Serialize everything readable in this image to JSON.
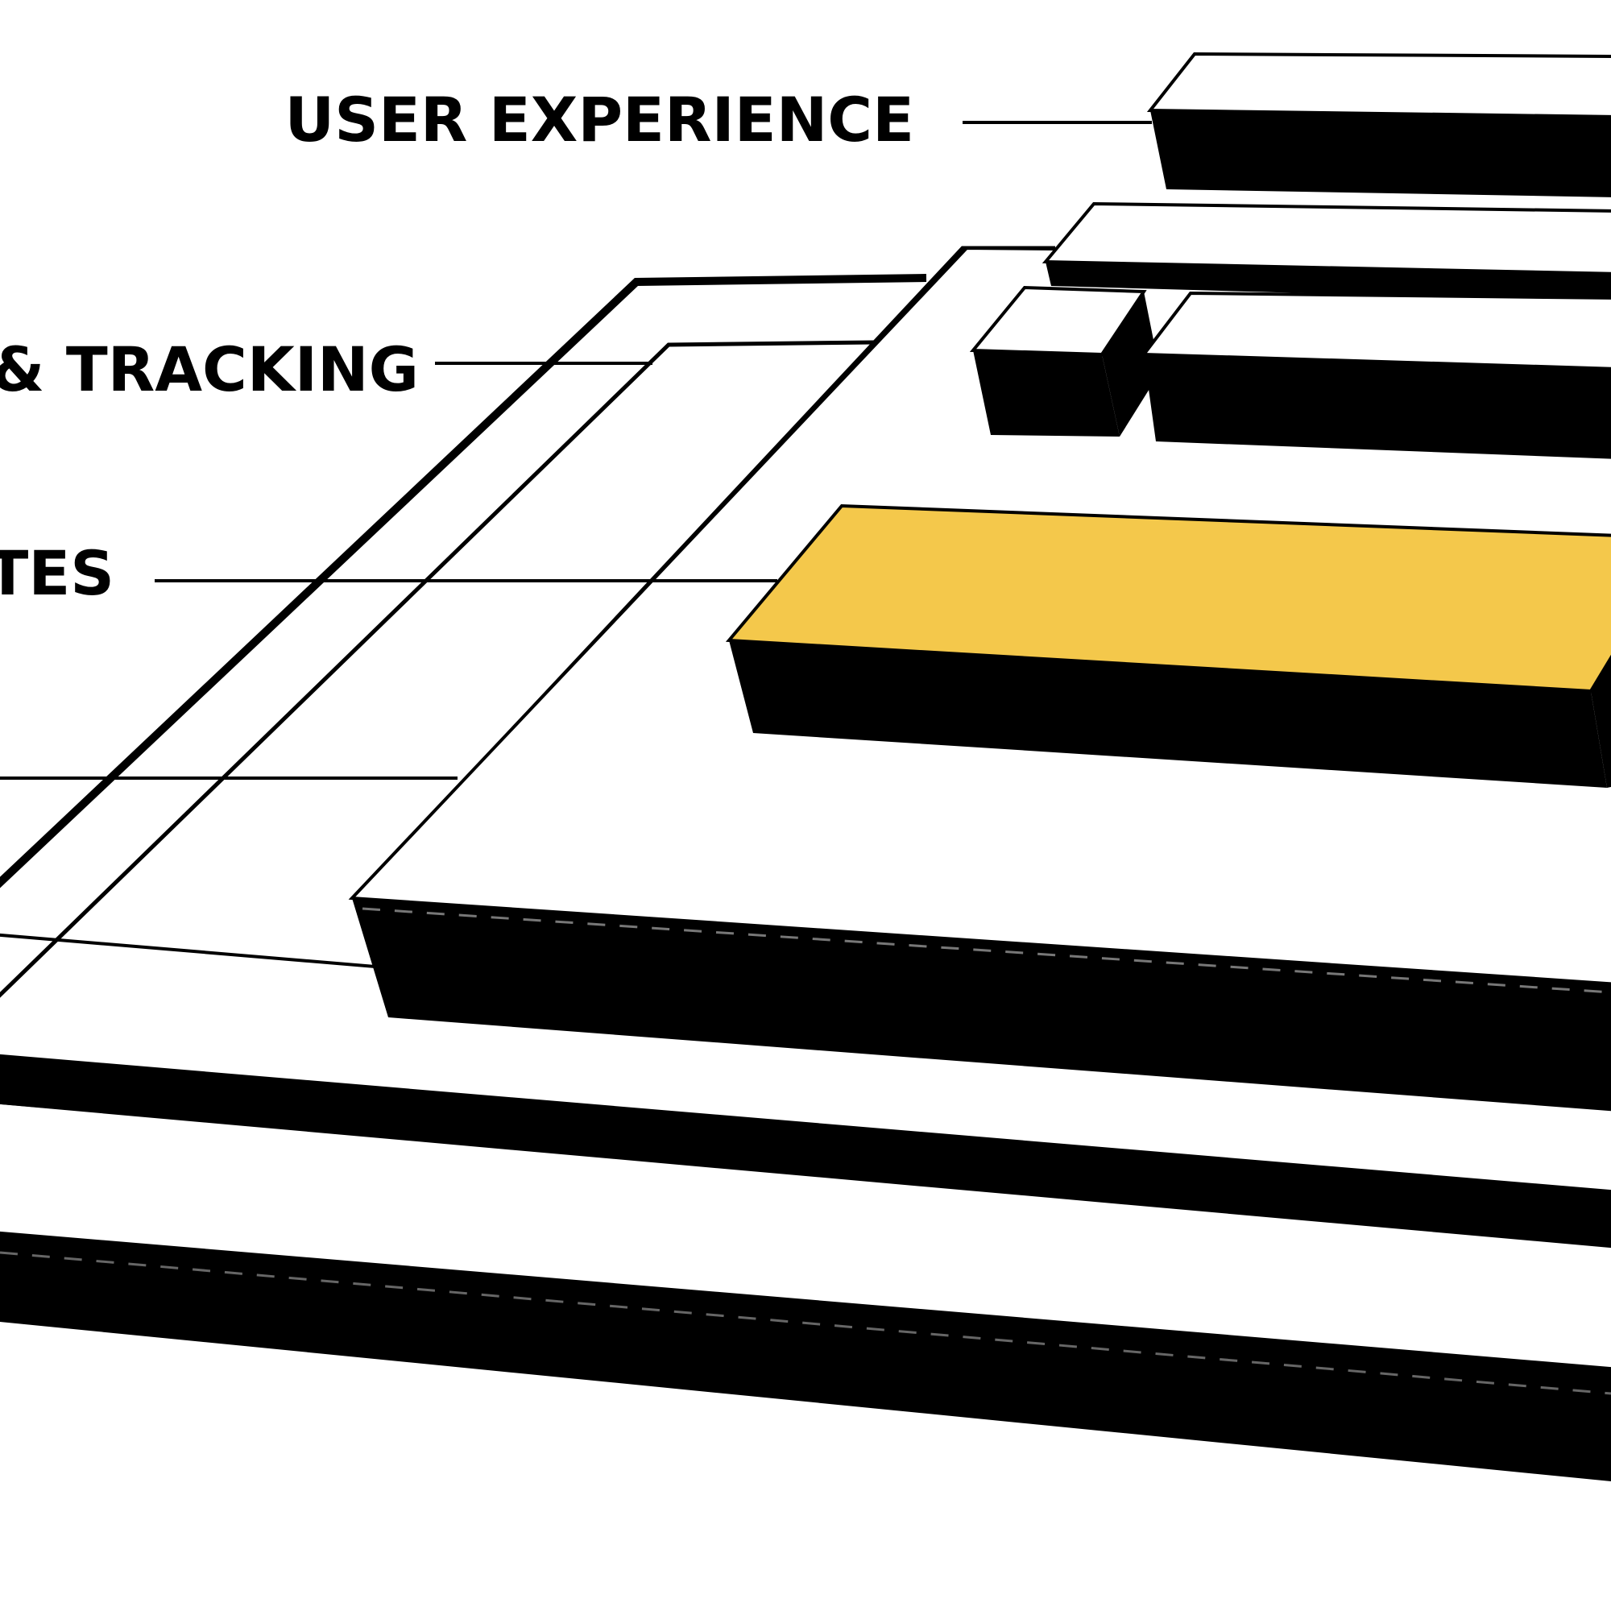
{
  "colors": {
    "background": "#ffffff",
    "ink": "#000000",
    "highlight": "#f4c84b"
  },
  "labels": {
    "user_experience": "USER EXPERIENCE",
    "tracking": "& TRACKING",
    "ates": "ATES"
  }
}
